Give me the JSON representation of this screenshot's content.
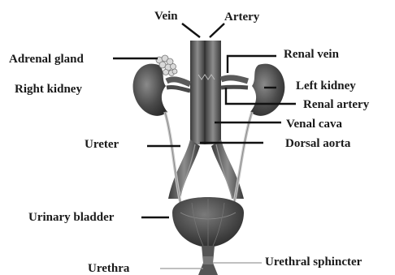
{
  "labels": {
    "vein": "Vein",
    "artery": "Artery",
    "adrenal_gland": "Adrenal gland",
    "right_kidney": "Right kidney",
    "renal_vein": "Renal vein",
    "left_kidney": "Left kidney",
    "renal_artery": "Renal artery",
    "venal_cava": "Venal cava",
    "ureter": "Ureter",
    "dorsal_aorta": "Dorsal aorta",
    "urinary_bladder": "Urinary bladder",
    "urethra": "Urethra",
    "urethral_sphincter": "Urethral sphincter"
  },
  "colors": {
    "organ_dark": "#3a3a3a",
    "organ_mid": "#6e6e6e",
    "organ_light": "#c9c9c9",
    "text": "#1a1a1a"
  }
}
